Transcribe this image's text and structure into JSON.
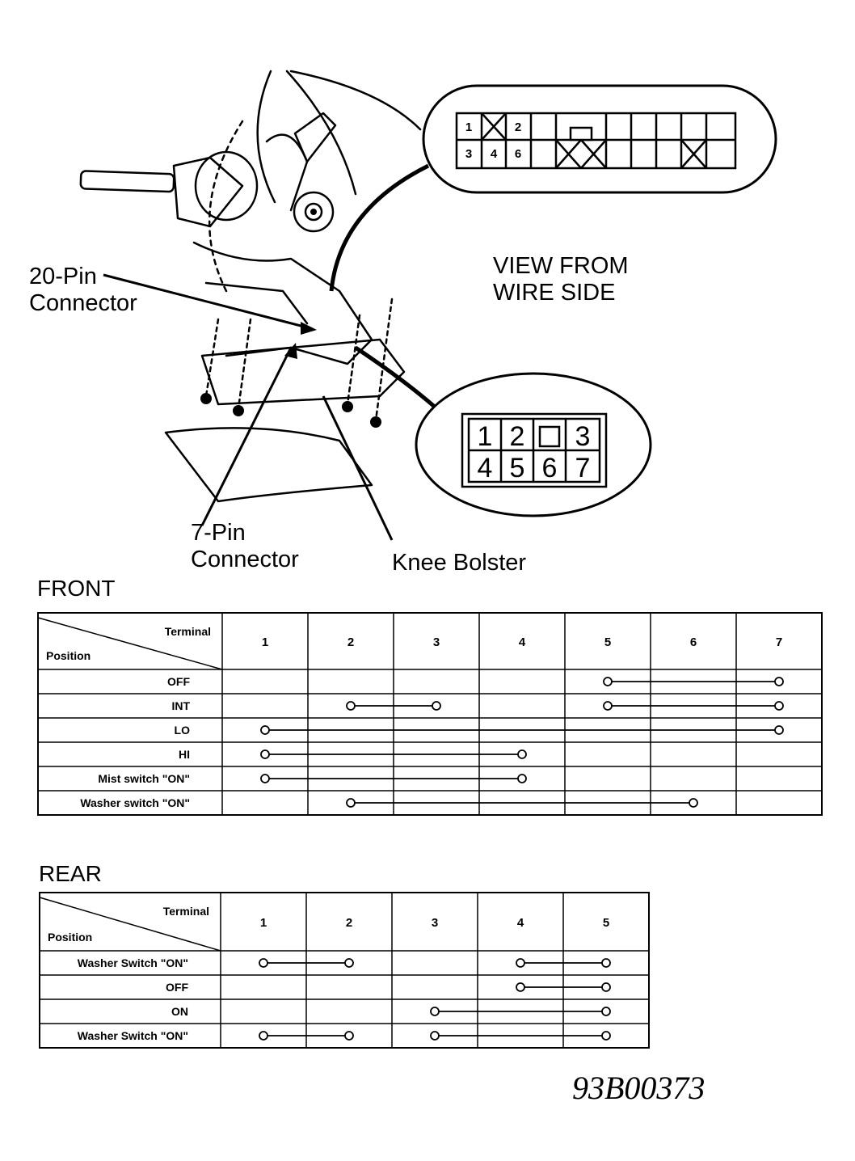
{
  "callouts": {
    "pin20": [
      "20-Pin",
      "Connector"
    ],
    "pin7": [
      "7-Pin",
      "Connector"
    ],
    "knee": "Knee Bolster",
    "view": [
      "VIEW FROM",
      "WIRE SIDE"
    ]
  },
  "connector20": {
    "top_labels": [
      "1",
      "",
      "2"
    ],
    "bottom_labels": [
      "3",
      "4",
      "6"
    ]
  },
  "connector7": {
    "top_labels": [
      "1",
      "2",
      "",
      "3"
    ],
    "bottom_labels": [
      "4",
      "5",
      "6",
      "7"
    ]
  },
  "front": {
    "title": "FRONT",
    "terminal_label": "Terminal",
    "position_label": "Position",
    "terminals": [
      "1",
      "2",
      "3",
      "4",
      "5",
      "6",
      "7"
    ],
    "rows": [
      {
        "label": "OFF",
        "connect": [
          5,
          7
        ]
      },
      {
        "label": "INT",
        "connect": [
          2,
          3
        ],
        "connect2": [
          5,
          7
        ]
      },
      {
        "label": "LO",
        "connect": [
          1,
          7
        ]
      },
      {
        "label": "HI",
        "connect": [
          1,
          4
        ]
      },
      {
        "label": "Mist switch \"ON\"",
        "connect": [
          1,
          4
        ]
      },
      {
        "label": "Washer switch \"ON\"",
        "connect": [
          2,
          6
        ]
      }
    ]
  },
  "rear": {
    "title": "REAR",
    "terminal_label": "Terminal",
    "position_label": "Position",
    "terminals": [
      "1",
      "2",
      "3",
      "4",
      "5"
    ],
    "rows": [
      {
        "label": "Washer Switch \"ON\"",
        "connect": [
          1,
          2
        ],
        "connect2": [
          4,
          5
        ]
      },
      {
        "label": "OFF",
        "connect": [
          4,
          5
        ]
      },
      {
        "label": "ON",
        "connect": [
          3,
          5
        ]
      },
      {
        "label": "Washer Switch \"ON\"",
        "connect": [
          1,
          2
        ],
        "connect2": [
          3,
          5
        ]
      }
    ]
  },
  "figure_id": "93B00373"
}
